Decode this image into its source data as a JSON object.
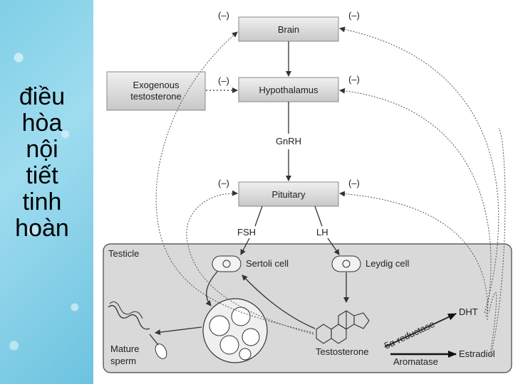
{
  "sidebar": {
    "title_lines": [
      "điều",
      "hòa",
      "nội",
      "tiết",
      "tinh",
      "hoàn"
    ]
  },
  "diagram": {
    "boxes": {
      "brain": "Brain",
      "hypothalamus": "Hypothalamus",
      "exogenous_line1": "Exogenous",
      "exogenous_line2": "testosterone",
      "pituitary": "Pituitary"
    },
    "labels": {
      "gnrh": "GnRH",
      "fsh": "FSH",
      "lh": "LH",
      "testicle": "Testicle",
      "sertoli": "Sertoli cell",
      "leydig": "Leydig cell",
      "mature_sperm_line1": "Mature",
      "mature_sperm_line2": "sperm",
      "testosterone": "Testosterone",
      "dht": "DHT",
      "estradiol": "Estradiol",
      "reductase": "5α-reductase",
      "aromatase": "Aromatase"
    },
    "inhibition_mark": "(–)"
  }
}
